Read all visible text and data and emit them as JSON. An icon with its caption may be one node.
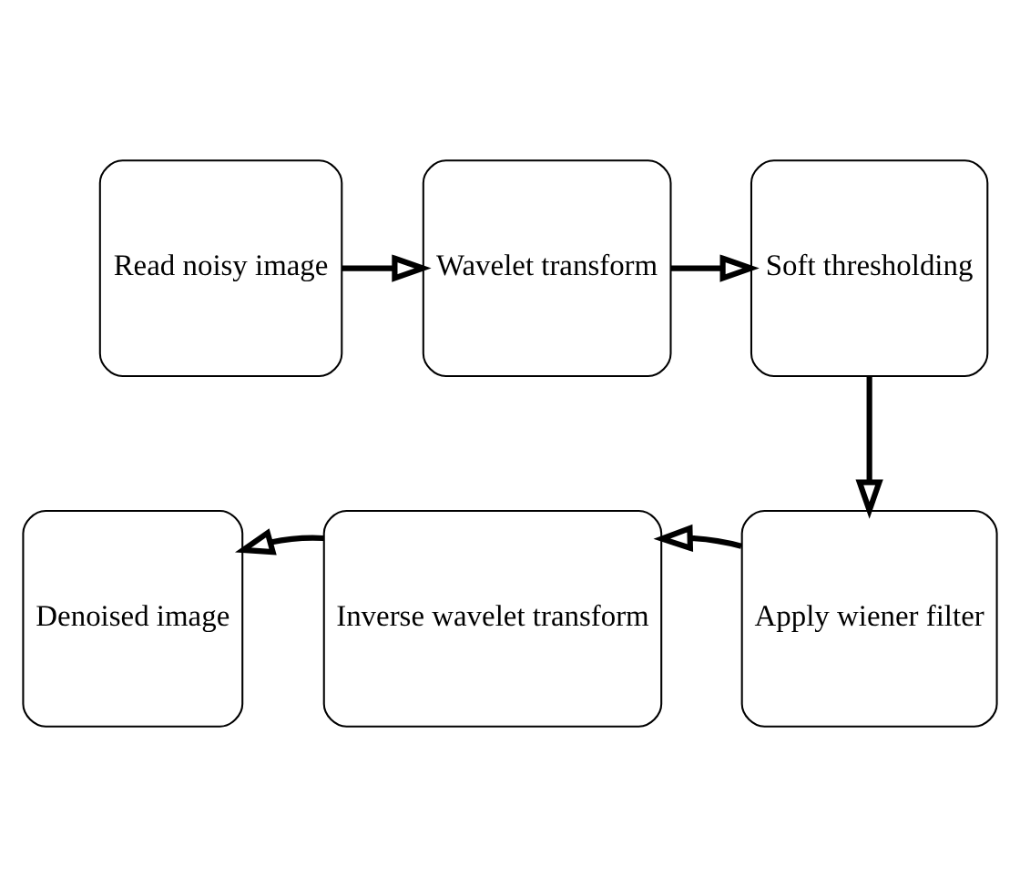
{
  "diagram": {
    "nodes": [
      {
        "text": [
          "Read noisy image"
        ]
      },
      {
        "text": [
          "Wavelet transform"
        ]
      },
      {
        "text": [
          "Soft thresholding"
        ]
      },
      {
        "text": [
          "Apply wiener filter"
        ]
      },
      {
        "text": [
          "Inverse wavelet transform"
        ]
      },
      {
        "text": [
          "Denoised image"
        ]
      }
    ],
    "edges": [
      {
        "from": 0,
        "to": 1,
        "arrow": "to"
      },
      {
        "from": 1,
        "to": 2,
        "arrow": "to"
      },
      {
        "from": 2,
        "to": 3,
        "arrow": "to"
      },
      {
        "from": 3,
        "to": 4,
        "arrow": "to"
      },
      {
        "from": 4,
        "to": 5,
        "arrow": "to"
      }
    ]
  }
}
